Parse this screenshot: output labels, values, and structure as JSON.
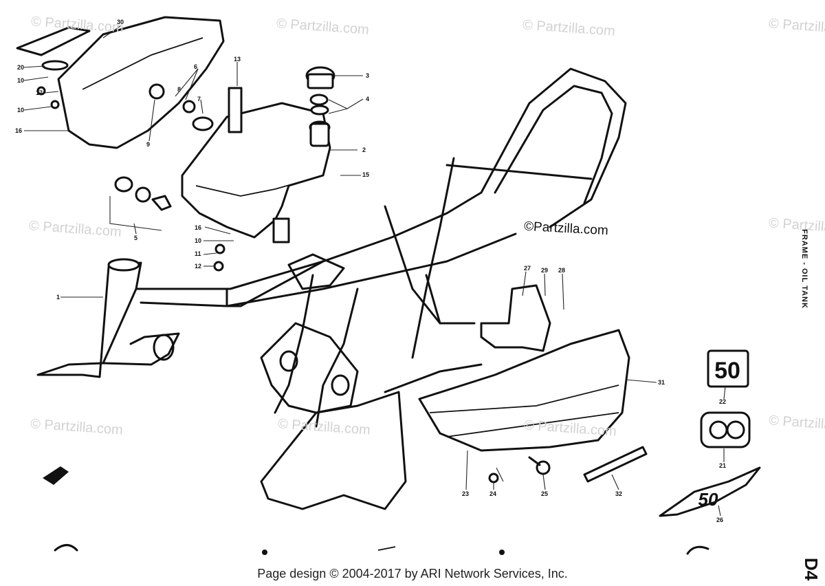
{
  "title": "FRAME - OIL TANK",
  "page_code": "D4",
  "footer": "Page design © 2004-2017 by ARI Network Services, Inc.",
  "watermark": "© Partzilla.com",
  "watermark_dark": "©Partzilla.com",
  "callouts": {
    "c1": "1",
    "c2": "2",
    "c3": "3",
    "c4": "4",
    "c5": "5",
    "c6": "6",
    "c7": "7",
    "c8": "8",
    "c9": "9",
    "c10": "10",
    "c10b": "10",
    "c10c": "10",
    "c11": "11",
    "c12": "12",
    "c13": "13",
    "c15": "15",
    "c16": "16",
    "c16b": "16",
    "c17": "17",
    "c20": "20",
    "c21": "21",
    "c22": "22",
    "c23": "23",
    "c24": "24",
    "c25": "25",
    "c26": "26",
    "c27": "27",
    "c28": "28",
    "c29": "29",
    "c30": "30",
    "c31": "31",
    "c32": "32"
  },
  "emblems": {
    "emblem_22": "50",
    "emblem_26": "50"
  }
}
